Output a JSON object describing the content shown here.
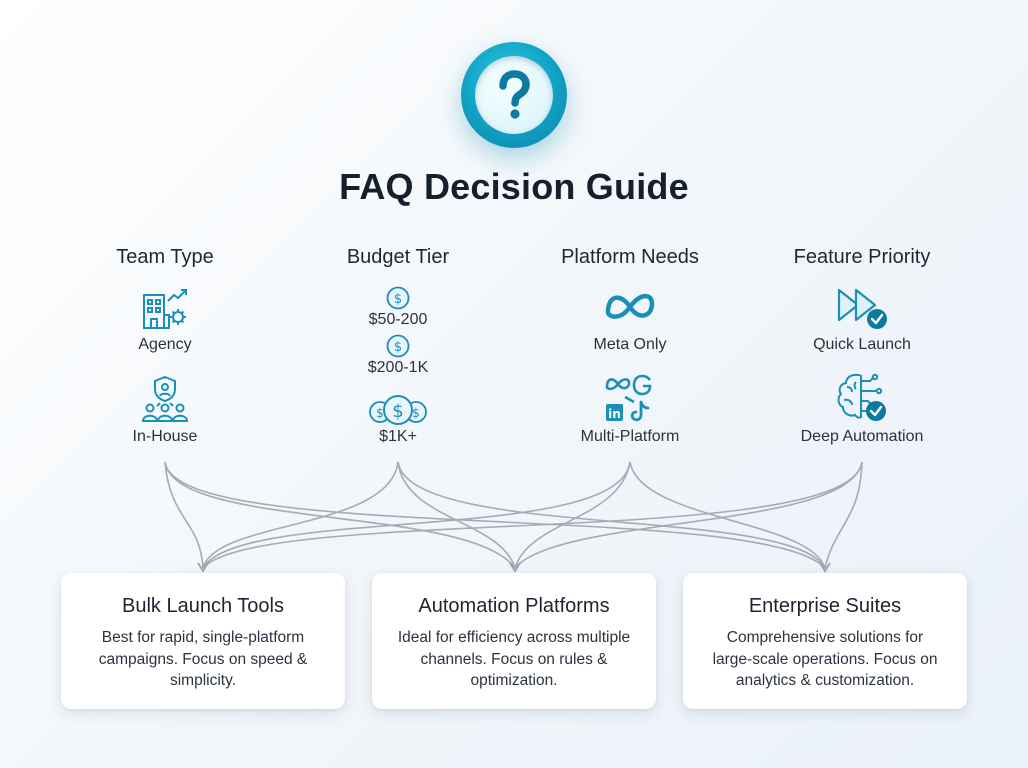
{
  "title": "FAQ Decision Guide",
  "colors": {
    "accent": "#1a9ec4",
    "line": "#9aa4ae",
    "text": "#1d2733"
  },
  "columns": [
    {
      "header": "Team Type",
      "options": [
        {
          "label": "Agency",
          "icon": "building-growth-icon"
        },
        {
          "label": "In-House",
          "icon": "team-shield-icon"
        }
      ]
    },
    {
      "header": "Budget Tier",
      "options": [
        {
          "label": "$50-200",
          "icon": "dollar-coin-icon"
        },
        {
          "label": "$200-1K",
          "icon": "dollar-coin-icon"
        },
        {
          "label": "$1K+",
          "icon": "dollar-coins-stack-icon"
        }
      ]
    },
    {
      "header": "Platform Needs",
      "options": [
        {
          "label": "Meta Only",
          "icon": "meta-logo-icon"
        },
        {
          "label": "Multi-Platform",
          "icon": "multi-platform-logos-icon"
        }
      ]
    },
    {
      "header": "Feature Priority",
      "options": [
        {
          "label": "Quick Launch",
          "icon": "fast-forward-check-icon"
        },
        {
          "label": "Deep Automation",
          "icon": "brain-circuit-check-icon"
        }
      ]
    }
  ],
  "results": [
    {
      "title": "Bulk Launch Tools",
      "description": "Best for rapid, single-platform campaigns. Focus on speed & simplicity."
    },
    {
      "title": "Automation Platforms",
      "description": "Ideal for efficiency across multiple channels. Focus on rules & optimization."
    },
    {
      "title": "Enterprise Suites",
      "description": "Comprehensive solutions for large-scale operations. Focus on analytics & customization."
    }
  ]
}
